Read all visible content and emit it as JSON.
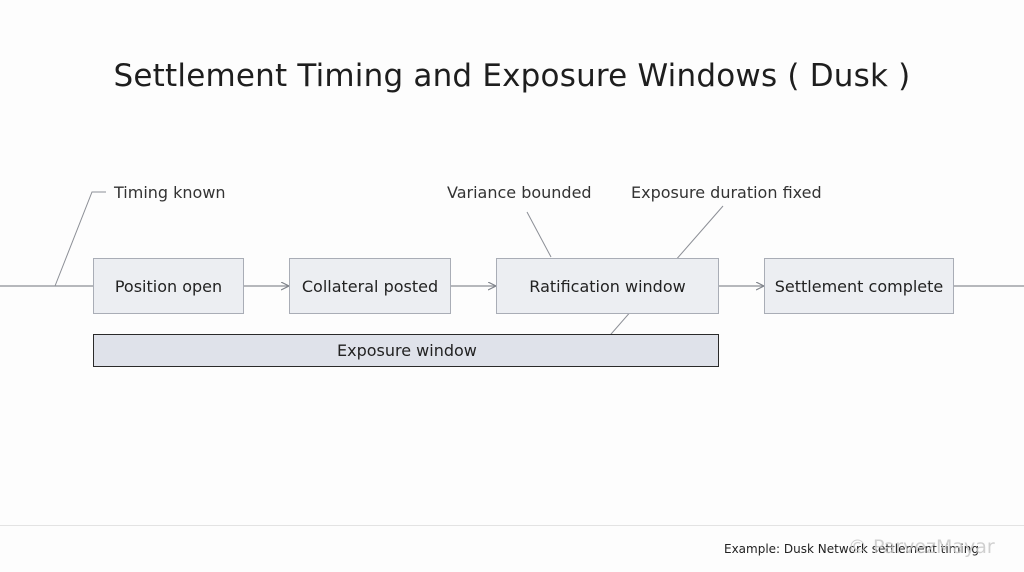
{
  "title": "Settlement Timing and Exposure Windows ( Dusk )",
  "annotations": {
    "timing_known": "Timing known",
    "variance_bounded": "Variance bounded",
    "exposure_duration_fixed": "Exposure duration fixed"
  },
  "steps": [
    {
      "label": "Position open"
    },
    {
      "label": "Collateral posted"
    },
    {
      "label": "Ratification window"
    },
    {
      "label": "Settlement complete"
    }
  ],
  "exposure_window": {
    "label": "Exposure window"
  },
  "footer": {
    "note": "Example: Dusk Network settlement timing",
    "watermark": "© ParvezMayar"
  },
  "colors": {
    "box_fill": "#eceef2",
    "box_border": "#a9adb6",
    "bar_fill": "#dfe2ea",
    "line": "#8c8f96"
  }
}
